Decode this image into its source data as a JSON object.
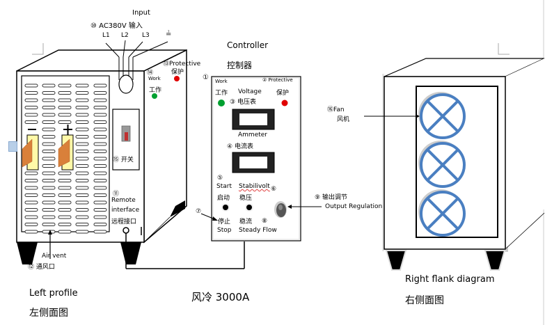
{
  "input": {
    "title_en": "Input",
    "number": "⑩",
    "voltage": "AC380V",
    "title_cn": "输入",
    "lines": [
      "L1",
      "L2",
      "L3"
    ],
    "ground_symbol": "≟"
  },
  "left_unit": {
    "protective": {
      "number": "⑬",
      "label_en": "Protective",
      "label_cn": "保护",
      "color": "#e00000"
    },
    "work": {
      "number": "⑭",
      "label_en": "Work",
      "label_cn": "工作",
      "color": "#00a030"
    },
    "switch": {
      "number": "⑮",
      "label_cn": "开关"
    },
    "remote": {
      "number": "⑪",
      "label_en_1": "Remote",
      "label_en_2": "interface",
      "label_cn": "远程接口"
    },
    "air_vent": {
      "number": "⑫",
      "label_en": "Air vent",
      "label_cn": "通风口"
    },
    "terminal_minus": "−",
    "terminal_plus": "+",
    "caption_en": "Left profile",
    "caption_cn": "左侧面图"
  },
  "controller": {
    "title_en": "Controller",
    "title_cn": "控制器",
    "panel_number": "①",
    "work": {
      "label_en": "Work",
      "label_cn": "工作",
      "color": "#00a030"
    },
    "protective": {
      "number": "②",
      "label_en": "Protective",
      "label_cn": "保护",
      "color": "#e00000"
    },
    "voltmeter": {
      "number": "③",
      "label_en": "Voltage",
      "label_cn": "电压表"
    },
    "ammeter": {
      "number": "④",
      "label_en": "Ammeter",
      "label_cn": "电流表"
    },
    "start": {
      "number": "⑤",
      "label_en": "Start",
      "label_cn": "启动"
    },
    "stabilivolt": {
      "number": "⑥",
      "label_en": "Stabilivolt",
      "label_cn": "稳压"
    },
    "stop": {
      "number": "⑦",
      "label_en": "Stop",
      "label_cn": "停止"
    },
    "steady_flow": {
      "number": "⑧",
      "label_en": "Steady Flow",
      "label_cn": "稳流"
    },
    "output_regulation": {
      "number": "⑨",
      "label_en": "Output Regulation",
      "label_cn": "输出调节"
    }
  },
  "model_label": "风冷 3000A",
  "right_unit": {
    "fan": {
      "number": "⑯",
      "label_en": "Fan",
      "label_cn": "风机",
      "color": "#4a7fc1"
    },
    "fan_count": 3,
    "caption_en": "Right flank diagram",
    "caption_cn": "右侧面图"
  }
}
